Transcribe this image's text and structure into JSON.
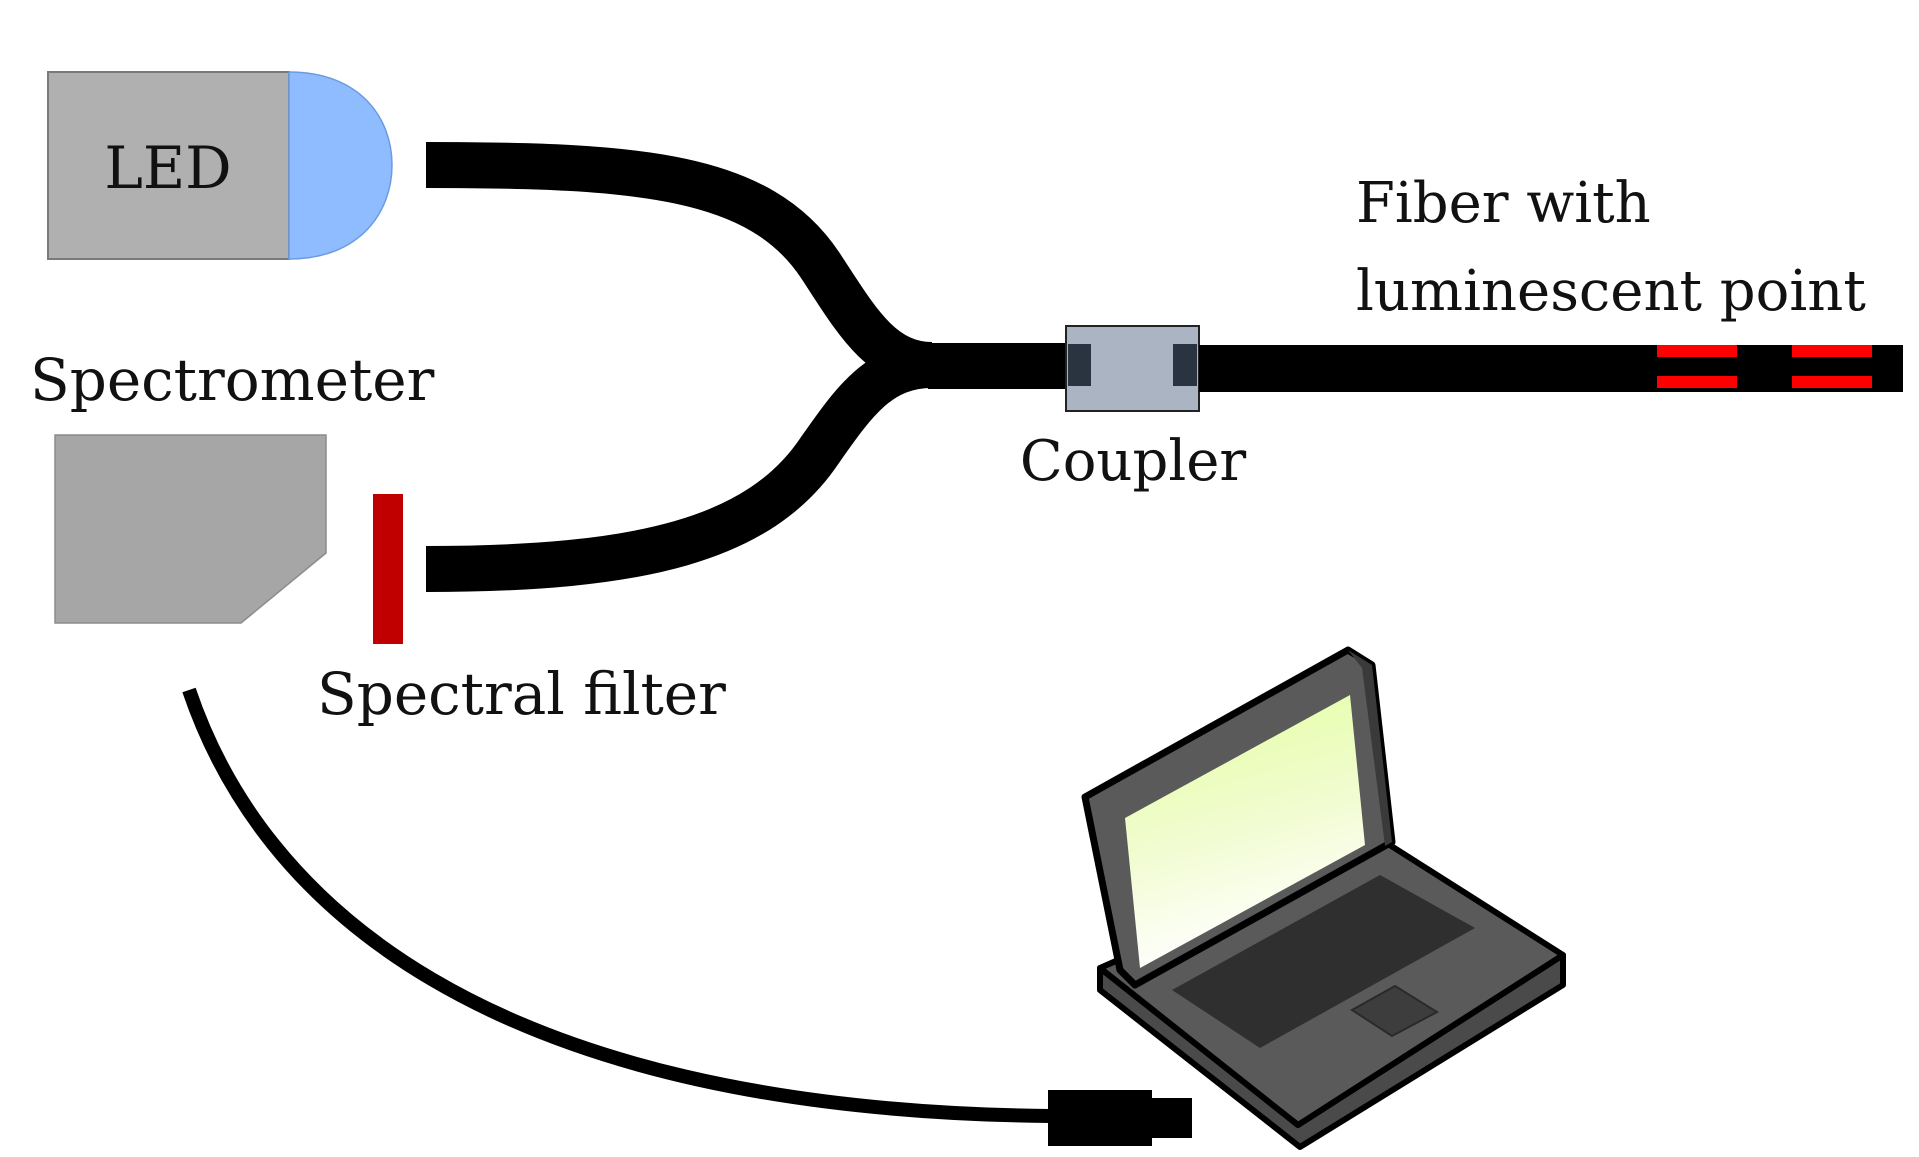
{
  "labels": {
    "led": "LED",
    "spectrometer": "Spectrometer",
    "spectral_filter": "Spectral filter",
    "coupler": "Coupler",
    "fiber_line1": "Fiber with",
    "fiber_line2": "luminescent point"
  },
  "colors": {
    "fiber": "#000000",
    "led_body": "#b0b0b0",
    "led_lens": "#8fbcff",
    "spectrometer_body": "#a6a6a6",
    "filter": "#c00000",
    "coupler_body": "#aab4c3",
    "coupler_port": "#2a3340",
    "luminescent_point": "#ff0000",
    "laptop_body": "#5a5a5a",
    "laptop_keyboard": "#2f2f2f",
    "laptop_screen_top": "#e4ffa6",
    "laptop_screen_bottom": "#ffffff"
  }
}
